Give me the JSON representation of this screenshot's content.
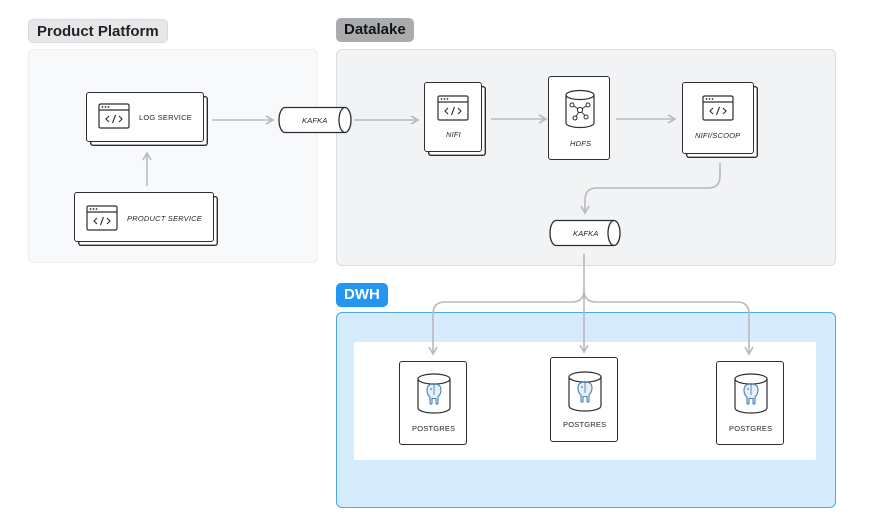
{
  "groups": {
    "product_platform": "Product Platform",
    "datalake": "Datalake",
    "dwh": "DWH"
  },
  "nodes": {
    "log_service": "LOG SERVICE",
    "product_service": "PRODUCT SERVICE",
    "kafka_1": "KAFKA",
    "nifi": "NIFI",
    "hdfs": "HDFS",
    "nifi_scoop": "NIFI/SCOOP",
    "kafka_2": "KAFKA",
    "postgres_1": "POSTGRES",
    "postgres_2": "POSTGRES",
    "postgres_3": "POSTGRES"
  },
  "icons": {
    "browser_code": "browser-code-window-icon",
    "database_network": "database-network-icon",
    "postgres": "postgresql-elephant-icon",
    "queue": "kafka-cylinder-icon"
  },
  "edges": [
    "PRODUCT SERVICE -> LOG SERVICE",
    "LOG SERVICE -> KAFKA",
    "KAFKA -> NIFI",
    "NIFI -> HDFS",
    "HDFS -> NIFI/SCOOP",
    "NIFI/SCOOP -> KAFKA",
    "KAFKA -> POSTGRES",
    "KAFKA -> POSTGRES",
    "KAFKA -> POSTGRES"
  ],
  "colors": {
    "dwh_accent": "#2196f3",
    "arrow": "#b7b9bb",
    "postgres_icon": "#4a7fb0"
  }
}
